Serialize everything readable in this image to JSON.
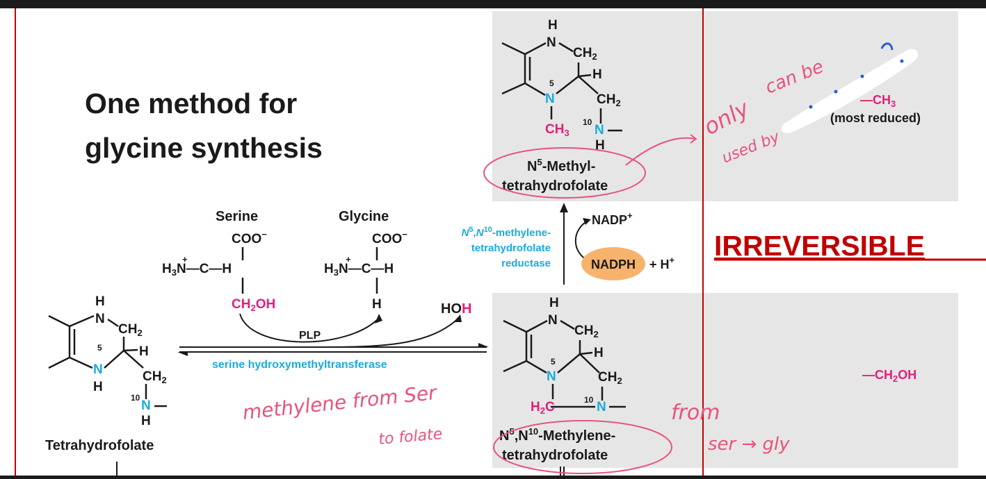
{
  "slide": {
    "title_line1": "One method for",
    "title_line2": "glycine synthesis",
    "irreversible": "IRREVERSIBLE"
  },
  "molecules": {
    "thf_name": "Tetrahydrofolate",
    "serine_name": "Serine",
    "glycine_name": "Glycine",
    "methylene_name_1": "N5,N10-Methylene-",
    "methylene_name_2": "tetrahydrofolate",
    "methyl_name_1": "N5-Methyl-",
    "methyl_name_2": "tetrahydrofolate",
    "water": "HOH"
  },
  "enzymes": {
    "cofactor": "PLP",
    "shmt": "serine hydroxymethyltransferase",
    "mthfr_1": "N5,N10-methylene-",
    "mthfr_2": "tetrahydrofolate",
    "mthfr_3": "reductase",
    "nadph": "NADPH",
    "h_plus": "+ H+",
    "nadp": "NADP+"
  },
  "side_labels": {
    "ch3": "—CH3",
    "most_reduced": "(most reduced)",
    "ch2oh": "—CH2OH"
  },
  "annotations": {
    "methylene_note_1": "methylene from Ser",
    "methylene_note_2": "to folate",
    "from_note_1": "from",
    "from_note_2": "ser → gly",
    "only_note": "only",
    "can_be_note": "can be",
    "used_by_note": "used by"
  },
  "colors": {
    "accent_red": "#c00000",
    "cyan": "#1ba9e0",
    "magenta": "#e0207a",
    "panel_gray": "#e6e6e6",
    "nadph_orange": "#f7b36b",
    "annotation_pink": "#e8537a",
    "annotation_blue": "#2a5bd7"
  }
}
